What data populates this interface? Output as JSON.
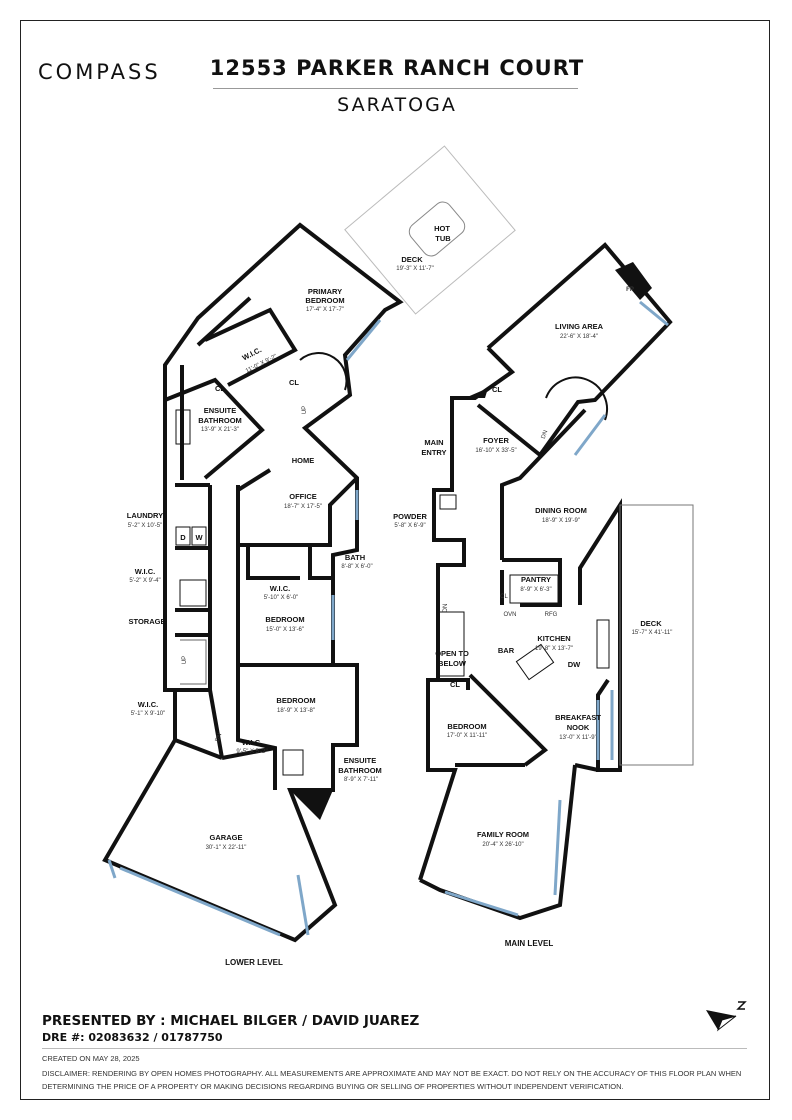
{
  "header": {
    "brand": "COMPASS",
    "address": "12553 PARKER RANCH COURT",
    "city": "SARATOGA"
  },
  "lower_level": {
    "title": "LOWER LEVEL",
    "rooms": {
      "deck": {
        "name": "DECK",
        "dims": "19'-3\" X 11'-7\""
      },
      "hot_tub": {
        "line1": "HOT",
        "line2": "TUB"
      },
      "primary_bedroom": {
        "line1": "PRIMARY",
        "line2": "BEDROOM",
        "dims": "17'-4\" X 17'-7\""
      },
      "wic_primary": {
        "name": "W.I.C.",
        "dims": "11'-0\" X 9'-2\""
      },
      "cl_primary": {
        "name": "CL"
      },
      "cl_bath": {
        "name": "CL"
      },
      "ensuite_bathroom": {
        "line1": "ENSUITE",
        "line2": "BATHROOM",
        "dims": "13'-9\" X 21'-3\""
      },
      "up_stair": {
        "name": "UP"
      },
      "home_office": {
        "line1": "HOME",
        "line2": "OFFICE",
        "dims": "18'-7\" X 17'-5\""
      },
      "laundry": {
        "name": "LAUNDRY",
        "dims": "5'-2\" X 10'-5\""
      },
      "dryer": {
        "name": "D"
      },
      "washer": {
        "name": "W"
      },
      "bath": {
        "name": "BATH",
        "dims": "8'-8\" X 6'-0\""
      },
      "wic_laundry": {
        "name": "W.I.C.",
        "dims": "5'-2\" X 9'-4\""
      },
      "wic_bedroom": {
        "name": "W.I.C.",
        "dims": "5'-10\" X 6'-0\""
      },
      "bedroom_1": {
        "name": "BEDROOM",
        "dims": "15'-0\" X 13'-6\""
      },
      "storage": {
        "name": "STORAGE"
      },
      "up_storage": {
        "name": "UP"
      },
      "wic_lower": {
        "name": "W.I.C.",
        "dims": "5'-1\" X 9'-10\""
      },
      "bedroom_2": {
        "name": "BEDROOM",
        "dims": "18'-9\" X 13'-8\""
      },
      "dn_stair": {
        "name": "DN"
      },
      "wic_bedroom2": {
        "name": "W.I.C.",
        "dims": "9'-5\" X 5'-2\""
      },
      "ensuite_bathroom_2": {
        "line1": "ENSUITE",
        "line2": "BATHROOM",
        "dims": "8'-9\" X 7'-11\""
      },
      "garage": {
        "name": "GARAGE",
        "dims": "30'-1\" X 22'-11\""
      }
    }
  },
  "main_level": {
    "title": "MAIN LEVEL",
    "rooms": {
      "fp": {
        "name": "FP"
      },
      "living_area": {
        "name": "LIVING AREA",
        "dims": "22'-6\" X 18'-4\""
      },
      "cl_living": {
        "name": "CL"
      },
      "main_entry": {
        "line1": "MAIN",
        "line2": "ENTRY"
      },
      "foyer": {
        "name": "FOYER",
        "dims": "16'-10\" X 33'-5\""
      },
      "dn_stair": {
        "name": "DN"
      },
      "powder": {
        "name": "POWDER",
        "dims": "5'-8\" X 6'-9\""
      },
      "dining_room": {
        "name": "DINING ROOM",
        "dims": "18'-9\" X 19'-9\""
      },
      "pantry": {
        "name": "PANTRY",
        "dims": "8'-9\" X 6'-3\""
      },
      "cl_pantry": {
        "name": "CL"
      },
      "ovn": {
        "name": "OVN"
      },
      "rfg": {
        "name": "RFG"
      },
      "dn_stair2": {
        "name": "DN"
      },
      "open_to_below": {
        "line1": "OPEN TO",
        "line2": "BELOW"
      },
      "kitchen": {
        "name": "KITCHEN",
        "dims": "19'-8\" X 13'-7\""
      },
      "bar": {
        "name": "BAR"
      },
      "dw": {
        "name": "DW"
      },
      "deck": {
        "name": "DECK",
        "dims": "15'-7\" X 41'-11\""
      },
      "cl_bedroom": {
        "name": "CL"
      },
      "bedroom": {
        "name": "BEDROOM",
        "dims": "17'-0\" X 11'-11\""
      },
      "breakfast_nook": {
        "line1": "BREAKFAST",
        "line2": "NOOK",
        "dims": "13'-0\" X 11'-9\""
      },
      "family_room": {
        "name": "FAMILY ROOM",
        "dims": "20'-4\" X 26'-10\""
      }
    }
  },
  "footer": {
    "presented_by": "PRESENTED BY : MICHAEL BILGER / DAVID JUAREZ",
    "dre": "DRE #: 02083632 / 01787750",
    "created": "CREATED ON MAY 28, 2025",
    "disclaimer": "DISCLAIMER: RENDERING BY OPEN HOMES PHOTOGRAPHY. ALL MEASUREMENTS ARE APPROXIMATE AND MAY NOT BE EXACT. DO NOT RELY ON THE ACCURACY OF THIS FLOOR PLAN WHEN DETERMINING THE PRICE OF A PROPERTY OR MAKING DECISIONS REGARDING BUYING OR SELLING OF PROPERTIES WITHOUT INDEPENDENT VERIFICATION."
  }
}
